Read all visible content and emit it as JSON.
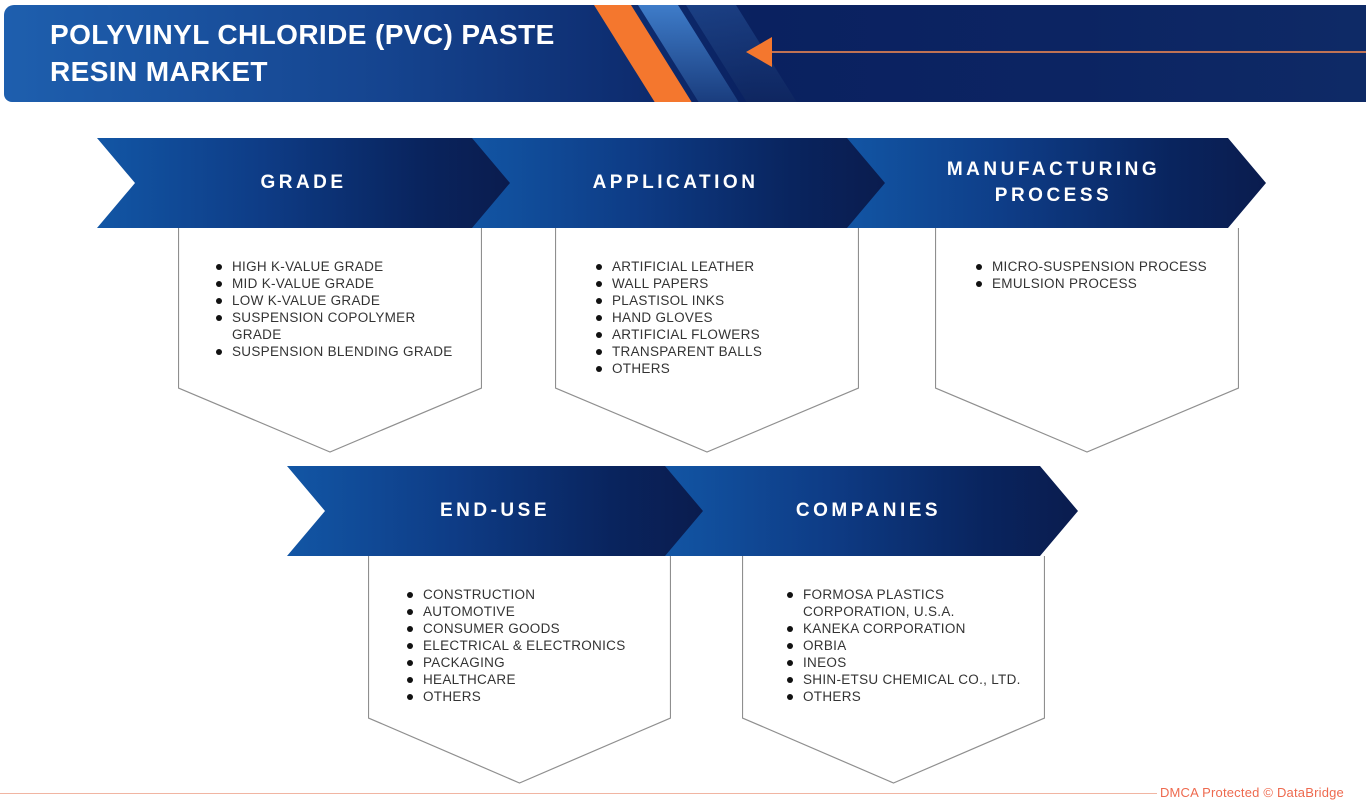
{
  "header": {
    "title": "POLYVINYL CHLORIDE (PVC) PASTE RESIN MARKET",
    "arrow_icon": "left-arrow"
  },
  "sections": [
    {
      "id": "grade",
      "title": "GRADE",
      "items": [
        "HIGH K-VALUE GRADE",
        "MID K-VALUE GRADE",
        "LOW K-VALUE GRADE",
        "SUSPENSION COPOLYMER GRADE",
        "SUSPENSION BLENDING GRADE"
      ]
    },
    {
      "id": "application",
      "title": "APPLICATION",
      "items": [
        "ARTIFICIAL LEATHER",
        "WALL PAPERS",
        "PLASTISOL INKS",
        "HAND GLOVES",
        "ARTIFICIAL FLOWERS",
        "TRANSPARENT BALLS",
        "OTHERS"
      ]
    },
    {
      "id": "manufacturing-process",
      "title": "MANUFACTURING PROCESS",
      "items": [
        "MICRO-SUSPENSION PROCESS",
        "EMULSION PROCESS"
      ]
    },
    {
      "id": "end-use",
      "title": "END-USE",
      "items": [
        "CONSTRUCTION",
        "AUTOMOTIVE",
        "CONSUMER GOODS",
        "ELECTRICAL & ELECTRONICS",
        "PACKAGING",
        "HEALTHCARE",
        "OTHERS"
      ]
    },
    {
      "id": "companies",
      "title": "COMPANIES",
      "items": [
        "FORMOSA PLASTICS CORPORATION, U.S.A.",
        "KANEKA CORPORATION",
        "ORBIA",
        "INEOS",
        "SHIN-ETSU CHEMICAL CO., LTD.",
        "OTHERS"
      ]
    }
  ],
  "footer": {
    "credit": "DMCA Protected © DataBridge"
  },
  "colors": {
    "banner_blue_light": "#1256a5",
    "banner_blue_dark": "#0a1c4e",
    "accent_orange": "#f4772e",
    "credit_text": "#ee6a4f",
    "list_text": "#333333",
    "outline_gray": "#8f8f8f"
  }
}
